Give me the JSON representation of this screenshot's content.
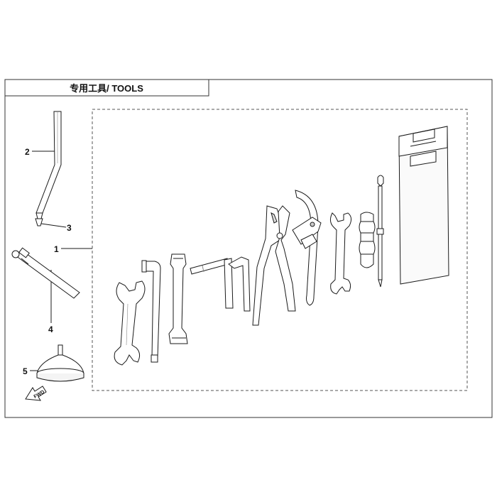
{
  "title": "专用工具/ TOOLS",
  "callouts": [
    {
      "id": "1",
      "label": "1"
    },
    {
      "id": "2",
      "label": "2"
    },
    {
      "id": "3",
      "label": "3"
    },
    {
      "id": "4",
      "label": "4"
    },
    {
      "id": "5",
      "label": "5"
    }
  ],
  "direction_arrow": {
    "label": "FWD",
    "icon": "forward-arrow-icon"
  },
  "colors": {
    "line": "#1a1a1a",
    "frame": "#333333",
    "dashed": "#555555",
    "fill": "#f4f4f4"
  }
}
